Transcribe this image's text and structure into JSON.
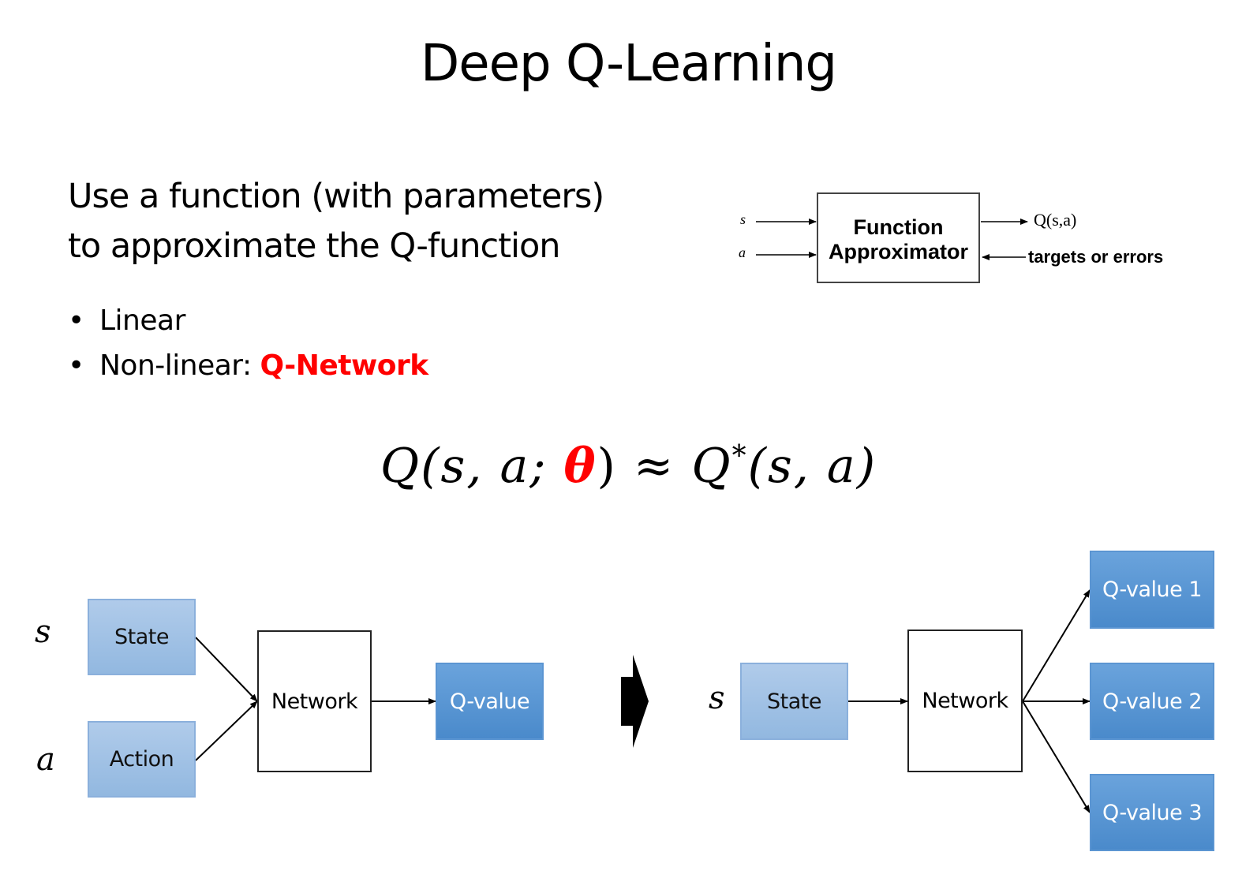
{
  "title": "Deep Q-Learning",
  "intro": {
    "line1": "Use a function (with parameters)",
    "line2": "to approximate the Q-function"
  },
  "bullets": [
    {
      "bullet": "•",
      "text": "Linear",
      "highlight": ""
    },
    {
      "bullet": "•",
      "text": "Non-linear: ",
      "highlight": "Q-Network"
    }
  ],
  "function_approximator": {
    "input_s": "s",
    "input_a": "a",
    "box_line1": "Function",
    "box_line2": "Approximator",
    "output": "Q(s,a)",
    "feedback": "targets or errors"
  },
  "equation": {
    "lhs_q": "Q",
    "lhs_args": "(s, a; ",
    "theta": "θ",
    "lhs_close": ")",
    "approx": " ≈ ",
    "rhs_q": "Q",
    "rhs_star": "*",
    "rhs_args": "(s, a)"
  },
  "accent_color": "#ff0000",
  "left_diagram": {
    "var_s": "s",
    "var_a": "a",
    "state": "State",
    "action": "Action",
    "network": "Network",
    "output": "Q-value"
  },
  "transition_arrow": "block-arrow-right",
  "right_diagram": {
    "var_s": "s",
    "state": "State",
    "network": "Network",
    "outputs": [
      "Q-value 1",
      "Q-value 2",
      "Q-value 3"
    ]
  }
}
